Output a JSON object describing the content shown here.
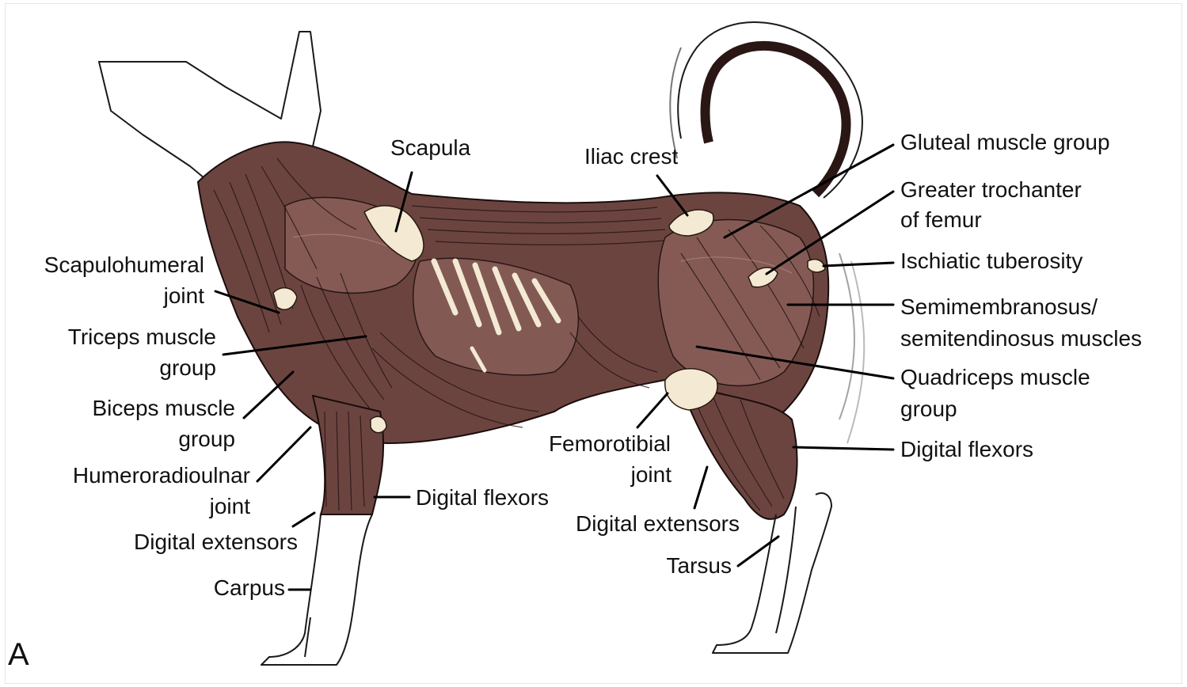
{
  "panel_label": "A",
  "labels": {
    "scapula": "Scapula",
    "iliac_crest": "Iliac crest",
    "gluteal": "Gluteal muscle group",
    "greater_trochanter_1": "Greater trochanter",
    "greater_trochanter_2": "of femur",
    "ischiatic": "Ischiatic tuberosity",
    "semimembranosus_1": "Semimembranosus/",
    "semimembranosus_2": "semitendinosus muscles",
    "quadriceps_1": "Quadriceps muscle",
    "quadriceps_2": "group",
    "digital_flexors_hind": "Digital flexors",
    "scapulohumeral_1": "Scapulohumeral",
    "scapulohumeral_2": "joint",
    "triceps_1": "Triceps muscle",
    "triceps_2": "group",
    "biceps_1": "Biceps muscle",
    "biceps_2": "group",
    "humeroradioulnar_1": "Humeroradioulnar",
    "humeroradioulnar_2": "joint",
    "digital_extensors_fore": "Digital extensors",
    "carpus": "Carpus",
    "digital_flexors_fore": "Digital flexors",
    "femorotibial_1": "Femorotibial",
    "femorotibial_2": "joint",
    "digital_extensors_hind": "Digital extensors",
    "tarsus": "Tarsus"
  },
  "colors": {
    "muscle": "#6b4440",
    "muscle_highlight": "#8a5f59",
    "bone": "#f4ead3",
    "line": "#000000"
  }
}
